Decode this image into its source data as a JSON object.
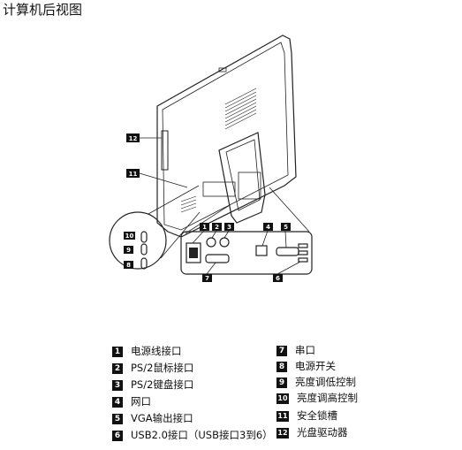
{
  "title": "计算机后视图",
  "callouts": [
    "1",
    "2",
    "3",
    "4",
    "5",
    "6",
    "7",
    "8",
    "9",
    "10",
    "11",
    "12"
  ],
  "legend_left": [
    {
      "num": "1",
      "label": "电源线接口"
    },
    {
      "num": "2",
      "label": "PS/2鼠标接口"
    },
    {
      "num": "3",
      "label": "PS/2键盘接口"
    },
    {
      "num": "4",
      "label": "网口"
    },
    {
      "num": "5",
      "label": "VGA输出接口"
    },
    {
      "num": "6",
      "label": "USB2.0接口（USB接口3到6）"
    }
  ],
  "legend_right": [
    {
      "num": "7",
      "label": "串口"
    },
    {
      "num": "8",
      "label": "电源开关"
    },
    {
      "num": "9",
      "label": "亮度调低控制"
    },
    {
      "num": "10",
      "label": "亮度调高控制"
    },
    {
      "num": "11",
      "label": "安全锁槽"
    },
    {
      "num": "12",
      "label": "光盘驱动器"
    }
  ]
}
